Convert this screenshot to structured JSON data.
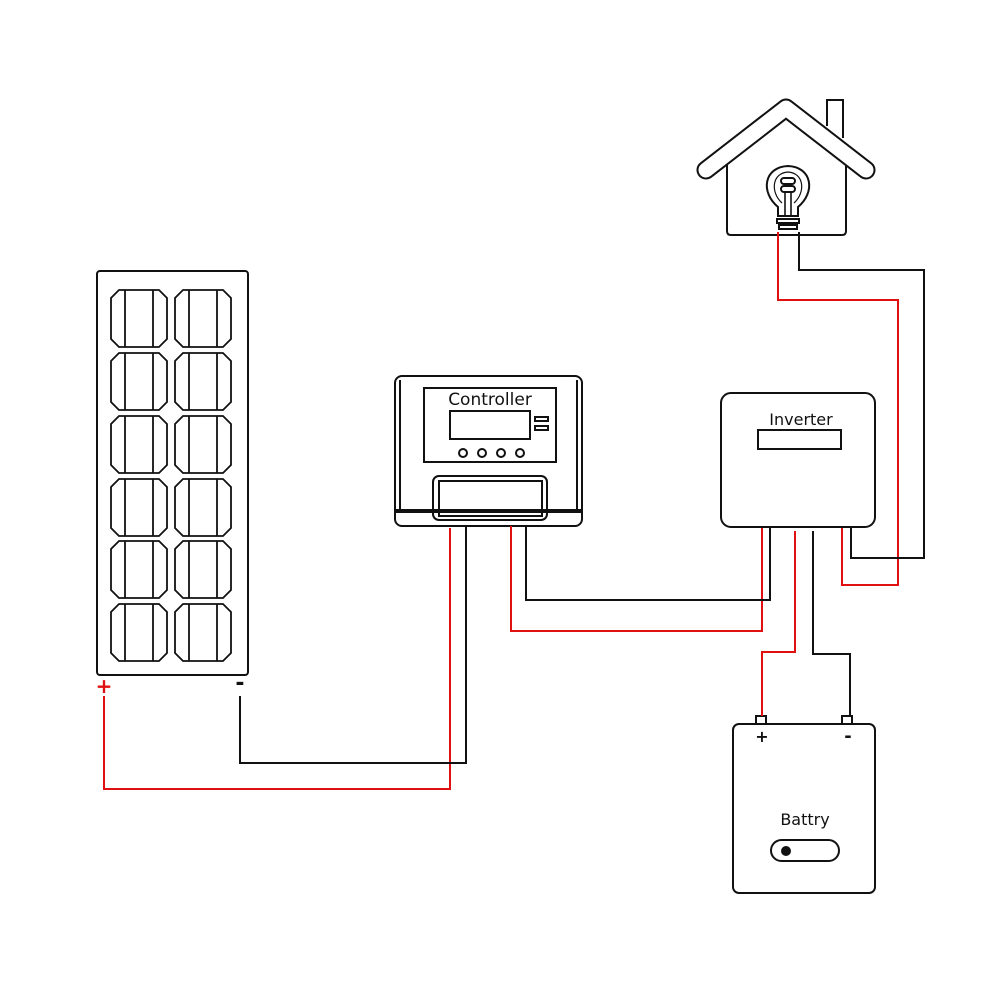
{
  "labels": {
    "controller": "Controller",
    "inverter": "Inverter",
    "battery": "Battry",
    "panel_plus": "+",
    "panel_minus": "-",
    "battery_plus": "+",
    "battery_minus": "-"
  },
  "colors": {
    "positive_wire": "#e01010",
    "negative_wire": "#111111",
    "outline": "#111111"
  },
  "icons": [
    "solar-panel-icon",
    "controller-icon",
    "inverter-icon",
    "battery-icon",
    "house-icon",
    "light-bulb-icon"
  ]
}
